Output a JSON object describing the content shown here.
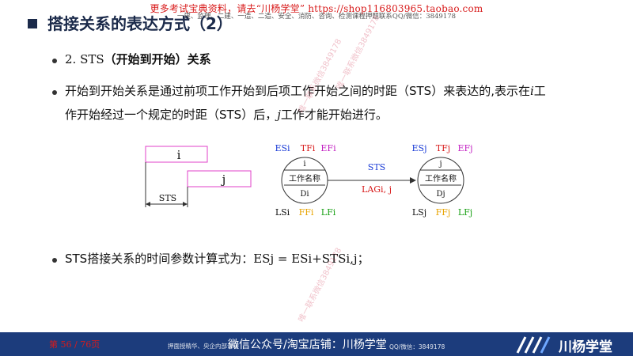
{
  "watermark": {
    "top_line": "更多考试宝典资料，请去“川杨学堂” https://shop116803965.taobao.com",
    "sub_line": "一建、监理、二建、一造、二造、安全、消防、咨询、检测课程押题联系QQ/微信：3849178",
    "diagonal1": "唯一联系微信3849178",
    "diagonal2": "唯一联系微信3849178",
    "diagonal3": "唯一联系微信3849178"
  },
  "title": "搭接关系的表达方式（2）",
  "bullets": [
    {
      "prefix": "2. STS",
      "bold": "（开始到开始）关系"
    },
    {
      "line1": "开始到开始关系是通过前项工作开始到后项工作开始之间的时距（STS）来表达的,表示在",
      "line1_i": "i",
      "line1_tail": "工",
      "line2": "作开始经过一个规定的时距（STS）后，",
      "line2_j": "j",
      "line2_tail": "工作才能开始进行。"
    },
    {
      "formula_label": "STS搭接关系的时间参数计算式为：",
      "formula": "ESj = ESi+STSi,j；"
    }
  ],
  "diagram": {
    "bar_i": "i",
    "bar_j": "j",
    "sts_label": "STS",
    "node_i": {
      "top_labels": [
        "ESi",
        "TFi",
        "EFi"
      ],
      "id": "i",
      "name": "工作名称",
      "dur": "Di",
      "bottom_labels": [
        "LSi",
        "FFi",
        "LFi"
      ]
    },
    "node_j": {
      "top_labels": [
        "ESj",
        "TFj",
        "EFj"
      ],
      "id": "j",
      "name": "工作名称",
      "dur": "Dj",
      "bottom_labels": [
        "LSj",
        "FFj",
        "LFj"
      ]
    },
    "arrow_top": "STS",
    "arrow_bottom": "LAGi, j",
    "colors": {
      "es": "#1a3bd6",
      "tf": "#d81b1b",
      "ef": "#c21fc2",
      "ls": "#111111",
      "ff": "#e8a400",
      "lf": "#18a014",
      "lag": "#d81b1b",
      "bar_j": "#e040c8"
    }
  },
  "footer": {
    "page": "第 56 / 76页",
    "left_small": "押面授精华、央企内部课程",
    "main": "微信公众号/淘宝店铺：川杨学堂",
    "contact": "QQ/微信：3849178",
    "brand": "川杨学堂",
    "colors": {
      "bar": "#1c3c7c"
    }
  }
}
